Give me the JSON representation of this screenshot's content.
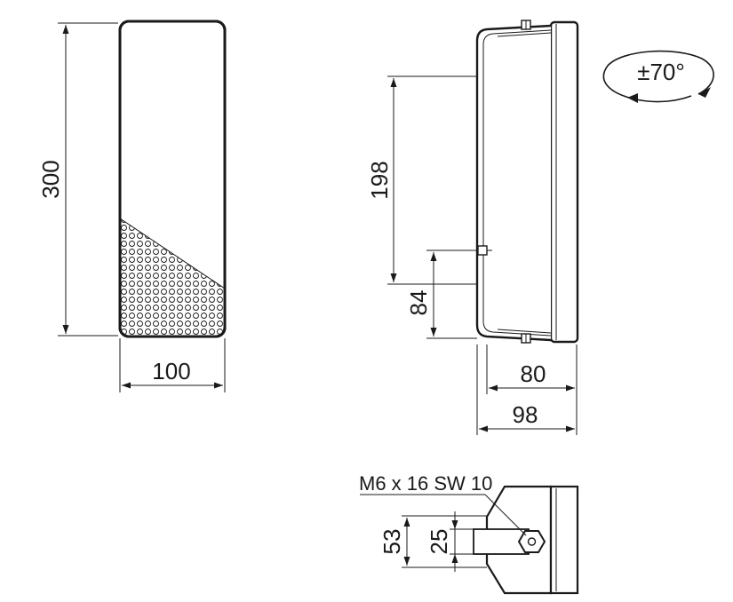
{
  "dimensions": {
    "front_height": "300",
    "front_width": "100",
    "side_height": "198",
    "side_lower": "84",
    "side_depth_inner": "80",
    "side_depth_outer": "98",
    "bracket_outer": "53",
    "bracket_inner": "25"
  },
  "rotation": "±70°",
  "screw_label": "M6 x 16 SW 10"
}
